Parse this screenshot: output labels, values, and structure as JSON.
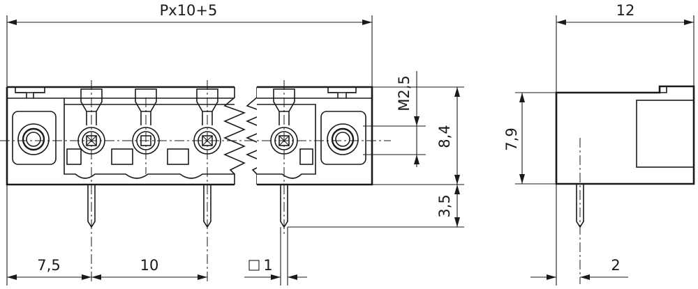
{
  "drawing": {
    "dimensions": {
      "overall_width": "Px10+5",
      "depth": "12",
      "thread": "M2,5",
      "body_height_front": "8,4",
      "body_height_side": "7,9",
      "pin_length": "3,5",
      "first_pin_offset": "7,5",
      "pitch": "10",
      "pin_square": "1",
      "pin_from_back": "2"
    },
    "colors": {
      "line": "#1a1a1a",
      "background": "#ffffff"
    }
  }
}
